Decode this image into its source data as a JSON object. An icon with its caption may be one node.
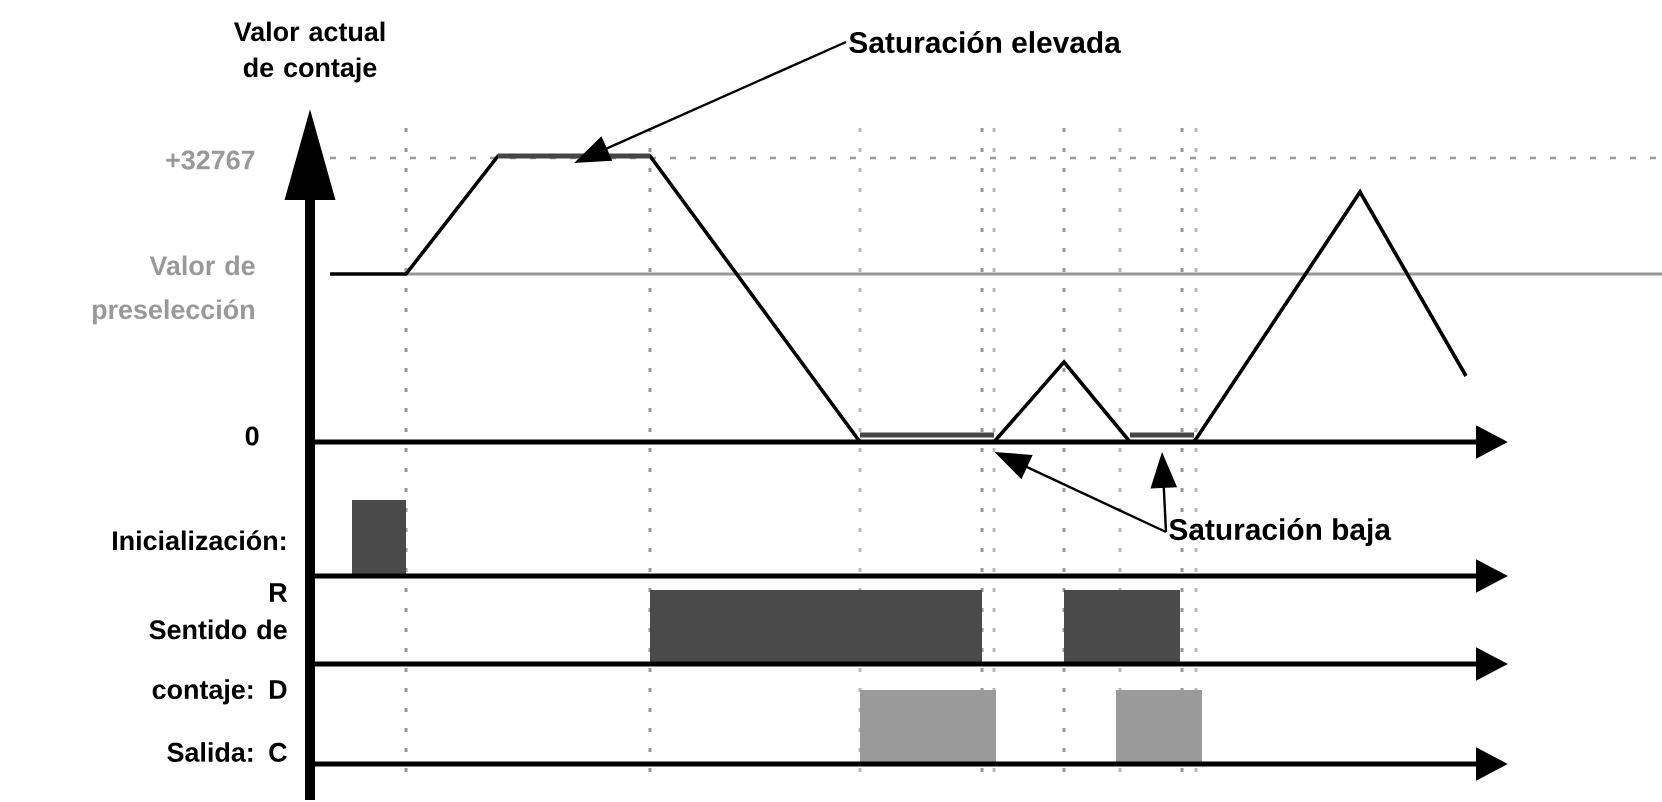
{
  "diagram": {
    "nodes": [
      {
        "text": [
          "Saturación elevada"
        ]
      },
      {
        "text": [
          "Saturación baja"
        ]
      },
      {
        "text": [],
        "shape": "bar"
      },
      {
        "text": [],
        "shape": "bar"
      },
      {
        "text": [],
        "shape": "bar"
      }
    ],
    "edges": [
      {
        "from": 0,
        "to": 2,
        "arrow": "to"
      },
      {
        "from": 1,
        "to": 3,
        "arrow": "to"
      },
      {
        "from": 1,
        "to": 4,
        "arrow": "to"
      }
    ],
    "labels": [
      "Valor actual de contaje",
      "+32767",
      "Valor de preselección",
      "0",
      "Inicialización: R",
      "Sentido de contaje: D",
      "Salida: C"
    ]
  }
}
